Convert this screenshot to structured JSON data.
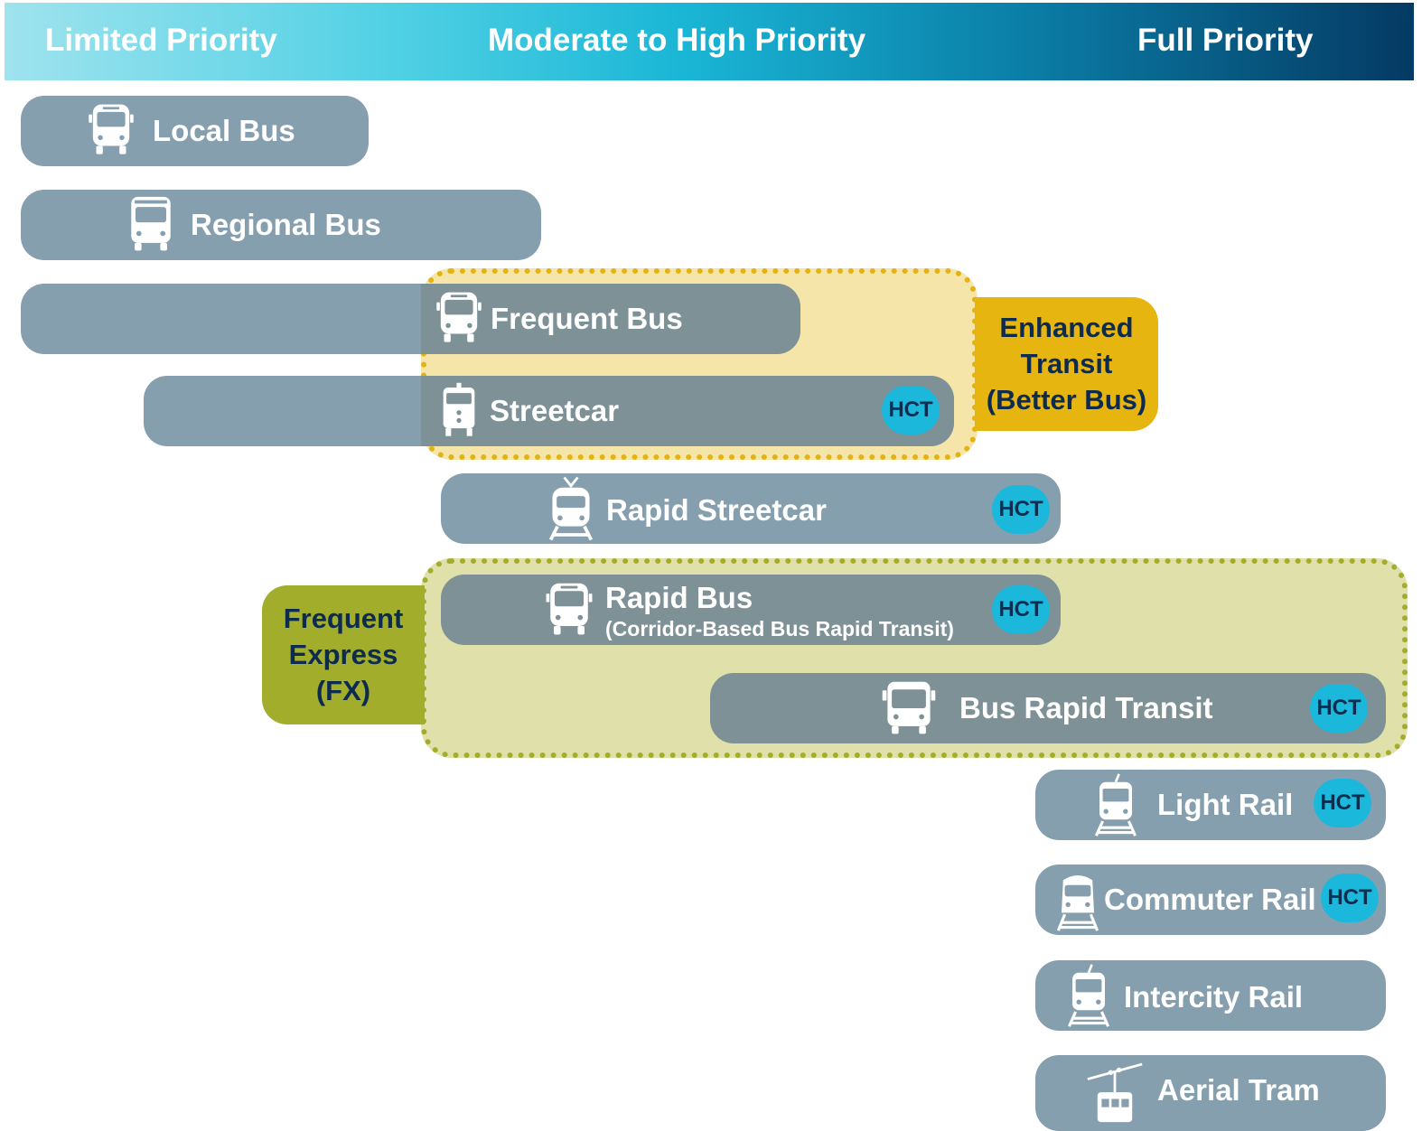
{
  "header": {
    "limited": "Limited Priority",
    "moderate": "Moderate to High Priority",
    "full": "Full Priority"
  },
  "badge": "HCT",
  "modes": {
    "local_bus": "Local Bus",
    "regional_bus": "Regional Bus",
    "frequent_bus": "Frequent Bus",
    "streetcar": "Streetcar",
    "rapid_streetcar": "Rapid Streetcar",
    "rapid_bus": "Rapid Bus",
    "rapid_bus_sub": "(Corridor-Based Bus Rapid Transit)",
    "brt": "Bus Rapid Transit",
    "light_rail": "Light Rail",
    "commuter_rail": "Commuter Rail",
    "intercity_rail": "Intercity Rail",
    "aerial_tram": "Aerial Tram"
  },
  "groups": {
    "enhanced_l1": "Enhanced",
    "enhanced_l2": "Transit",
    "enhanced_l3": "(Better Bus)",
    "fx_l1": "Frequent",
    "fx_l2": "Express",
    "fx_l3": "(FX)"
  },
  "colors": {
    "bar": "#869fae",
    "badge": "#1cb8dc",
    "enhanced": "#e6b50f",
    "frequent_express": "#a2ad2c",
    "header_start": "#9fe3ee",
    "header_end": "#043a63"
  }
}
